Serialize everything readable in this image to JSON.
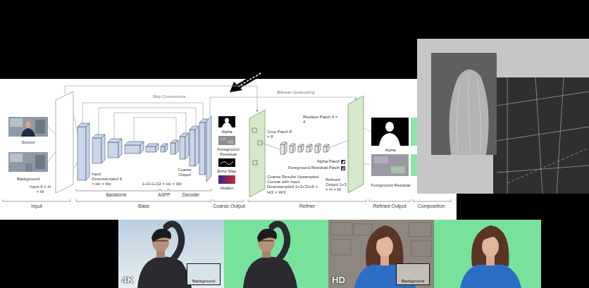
{
  "diagram": {
    "nodes": [
      {
        "text": [
          "Source"
        ]
      },
      {
        "text": [
          "Background"
        ]
      },
      {
        "text": [
          "Alpha"
        ]
      },
      {
        "text": [
          "Foreground Residual"
        ]
      },
      {
        "text": [
          "Error Map"
        ]
      },
      {
        "text": [
          "Hidden"
        ]
      },
      {
        "text": [
          "Alpha"
        ]
      },
      {
        "text": [
          "Foreground Residual"
        ]
      },
      {
        "text": [
          "4K"
        ]
      },
      {
        "text": [
          "Background"
        ],
        "in": 8
      },
      {
        "text": [
          "HD"
        ]
      },
      {
        "text": [
          "Background"
        ],
        "in": 10
      }
    ],
    "labels": [
      "Skip Connections",
      "Bilinear Upsampling",
      "Input 6 × H × W",
      "Input Downsampled 6 × Hc × Wc",
      "1+3+1+32 × Hc × Wc",
      "Coarse Output",
      "Crop Patch 8 × 8",
      "Replace Patch 4 × 4",
      "Coarse Results Upsampled Concat with Input Downsampled 1+3+32+6 × H/2 × W/2",
      "Refined Output 1+3 × H × W",
      "Backbone",
      "ASPP",
      "Decoder",
      "Input",
      "Base",
      "Coarse Output",
      "Refiner",
      "Refined Output",
      "Composition"
    ],
    "legend": [
      {
        "text": "Alpha Patch"
      },
      {
        "text": "Foreground Residual Patch"
      }
    ]
  }
}
